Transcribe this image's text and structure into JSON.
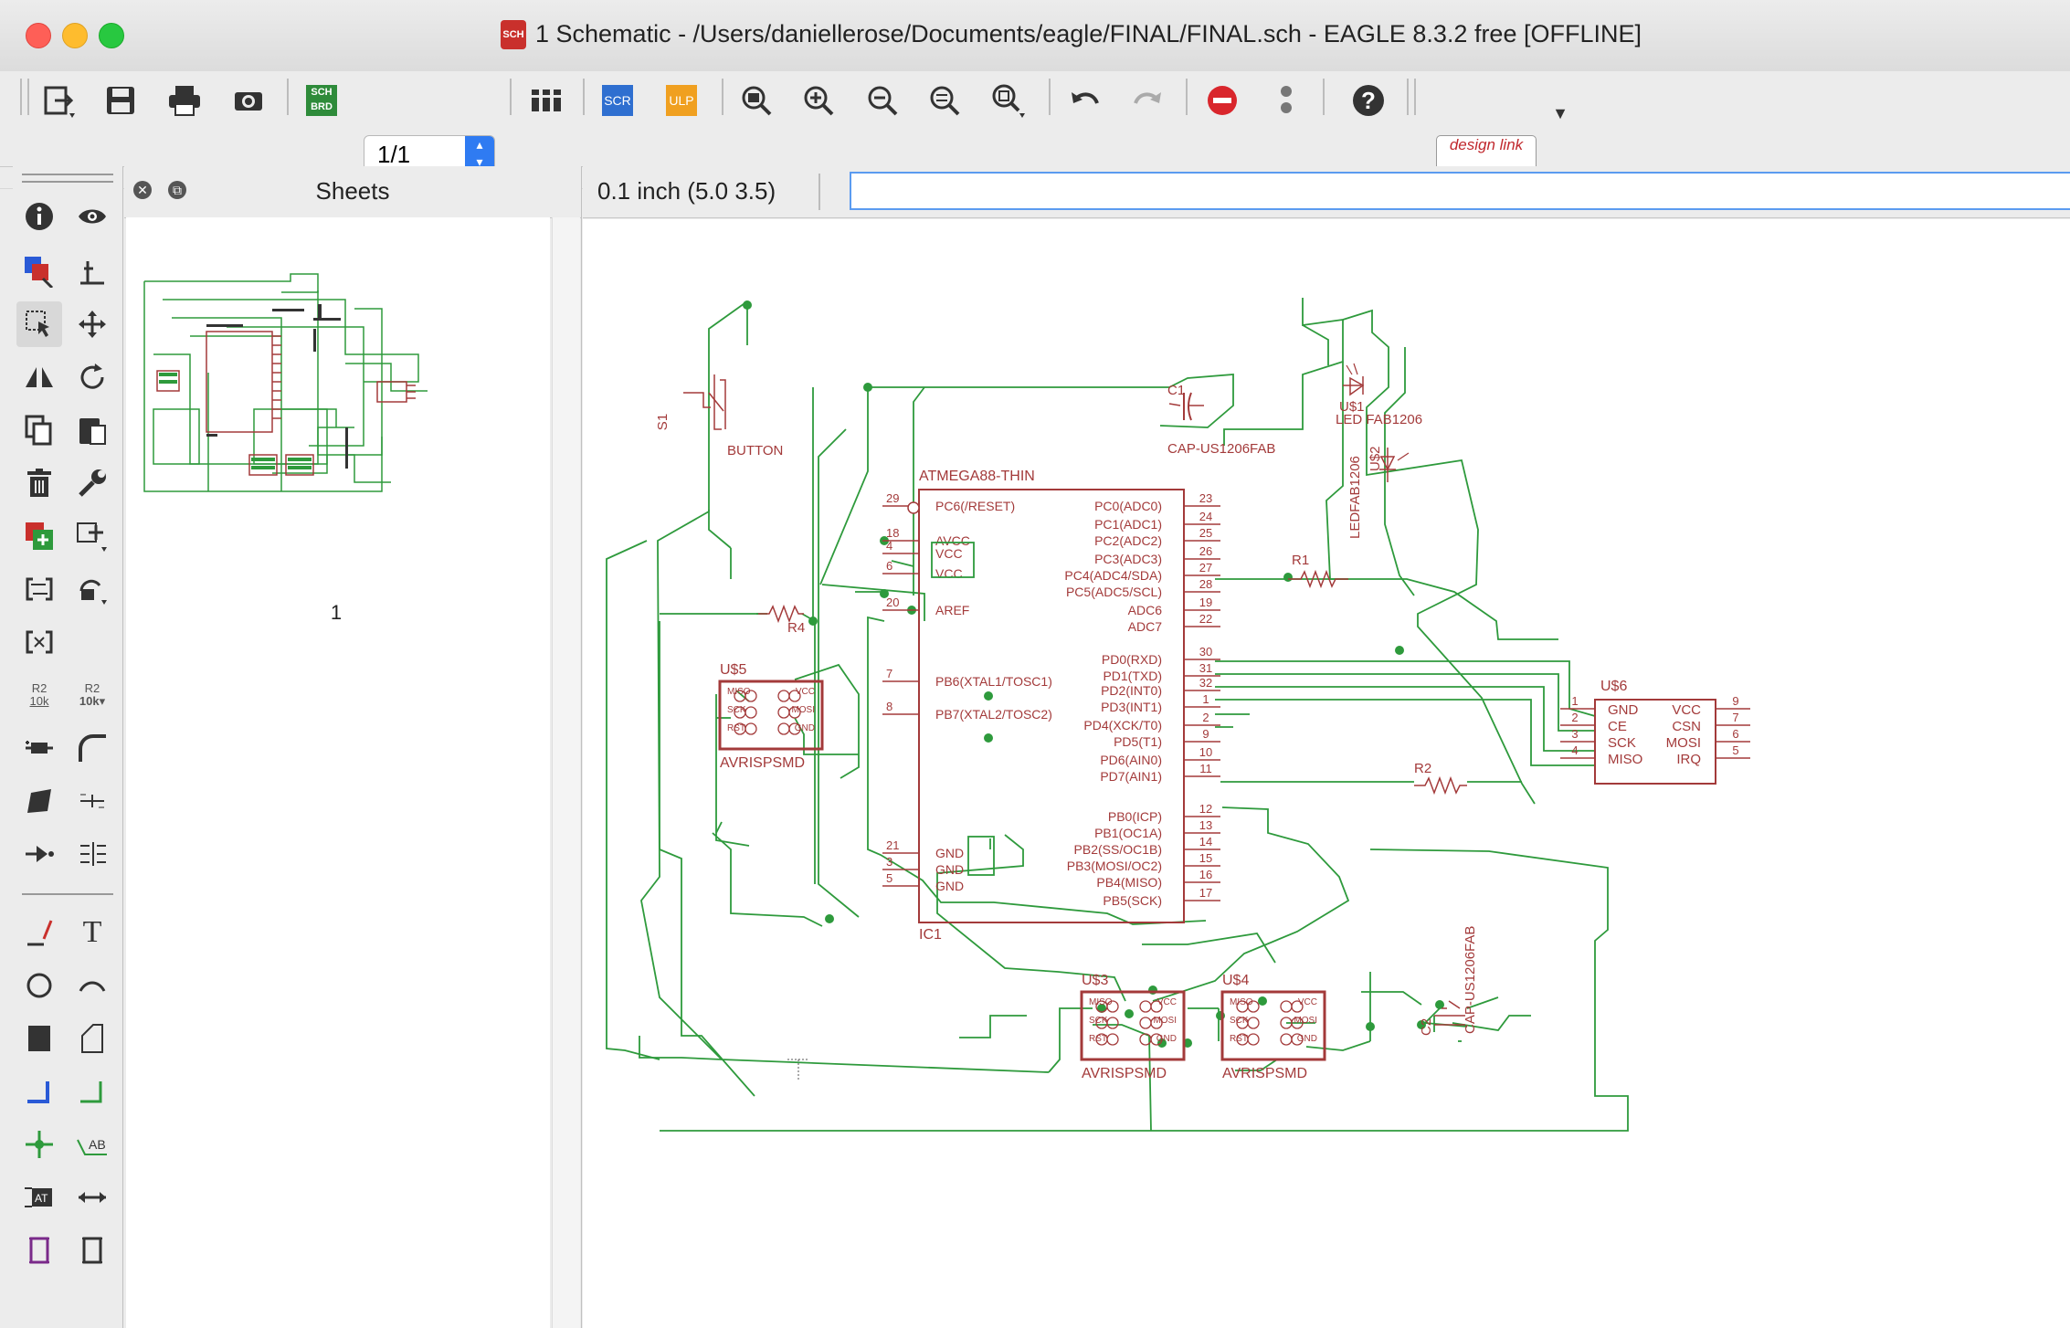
{
  "window": {
    "title": "1 Schematic - /Users/daniellerose/Documents/eagle/FINAL/FINAL.sch - EAGLE 8.3.2 free [OFFLINE]",
    "doc_icon": "SCH"
  },
  "toolbar": {
    "sheet_selector": "1/1",
    "scr_label": "SCR",
    "ulp_label": "ULP",
    "sch_brd_label": "SCH BRD",
    "design_link": "design link",
    "help_label": "?"
  },
  "sheets_panel": {
    "title": "Sheets",
    "sheet_number": "1"
  },
  "coord": {
    "text": "0.1 inch (5.0 3.5)",
    "command_value": ""
  },
  "schematic": {
    "mcu": {
      "name": "ATMEGA88-THIN",
      "ref": "IC1"
    },
    "mcu_left_pins": [
      {
        "num": "29",
        "name": "PC6(/RESET)"
      },
      {
        "num": "18",
        "name": "AVCC"
      },
      {
        "num": "4",
        "name": "VCC"
      },
      {
        "num": "6",
        "name": "VCC"
      },
      {
        "num": "20",
        "name": "AREF"
      },
      {
        "num": "7",
        "name": "PB6(XTAL1/TOSC1)"
      },
      {
        "num": "8",
        "name": "PB7(XTAL2/TOSC2)"
      },
      {
        "num": "21",
        "name": "GND"
      },
      {
        "num": "3",
        "name": "GND"
      },
      {
        "num": "5",
        "name": "GND"
      }
    ],
    "mcu_right_pins": [
      {
        "num": "23",
        "name": "PC0(ADC0)"
      },
      {
        "num": "24",
        "name": "PC1(ADC1)"
      },
      {
        "num": "25",
        "name": "PC2(ADC2)"
      },
      {
        "num": "26",
        "name": "PC3(ADC3)"
      },
      {
        "num": "27",
        "name": "PC4(ADC4/SDA)"
      },
      {
        "num": "28",
        "name": "PC5(ADC5/SCL)"
      },
      {
        "num": "19",
        "name": "ADC6"
      },
      {
        "num": "22",
        "name": "ADC7"
      },
      {
        "num": "30",
        "name": "PD0(RXD)"
      },
      {
        "num": "31",
        "name": "PD1(TXD)"
      },
      {
        "num": "32",
        "name": "PD2(INT0)"
      },
      {
        "num": "1",
        "name": "PD3(INT1)"
      },
      {
        "num": "2",
        "name": "PD4(XCK/T0)"
      },
      {
        "num": "9",
        "name": "PD5(T1)"
      },
      {
        "num": "10",
        "name": "PD6(AIN0)"
      },
      {
        "num": "11",
        "name": "PD7(AIN1)"
      },
      {
        "num": "12",
        "name": "PB0(ICP)"
      },
      {
        "num": "13",
        "name": "PB1(OC1A)"
      },
      {
        "num": "14",
        "name": "PB2(SS/OC1B)"
      },
      {
        "num": "15",
        "name": "PB3(MOSI/OC2)"
      },
      {
        "num": "16",
        "name": "PB4(MISO)"
      },
      {
        "num": "17",
        "name": "PB5(SCK)"
      }
    ],
    "s1_ref": "S1",
    "s1_value": "BUTTON",
    "c1_ref": "C1",
    "c1_value": "CAP-US1206FAB",
    "led1_ref": "U$1",
    "led1_value": "LED FAB1206",
    "led2_ref": "U$2",
    "led2_value": "LEDFAB1206",
    "r1_ref": "R1",
    "r2_ref": "R2",
    "r4_ref": "R4",
    "c2_ref": "C2",
    "c2_value": "CAP-US1206FAB",
    "u5_ref": "U$5",
    "u3_ref": "U$3",
    "u4_ref": "U$4",
    "avr_value": "AVRISPSMD",
    "isp_pins": [
      "MISO",
      "VCC",
      "SCK",
      "MOSI",
      "RST",
      "GND"
    ],
    "u6_ref": "U$6",
    "u6_left": [
      {
        "num": "1",
        "name": "GND"
      },
      {
        "num": "2",
        "name": "CE"
      },
      {
        "num": "3",
        "name": "SCK"
      },
      {
        "num": "4",
        "name": "MISO"
      }
    ],
    "u6_right": [
      {
        "num": "9",
        "name": "VCC"
      },
      {
        "num": "7",
        "name": "CSN"
      },
      {
        "num": "6",
        "name": "MOSI"
      },
      {
        "num": "5",
        "name": "IRQ"
      }
    ]
  },
  "colors": {
    "wire": "#2e9a3c",
    "symbol": "#a33a3a",
    "junction": "#2e9a3c"
  }
}
